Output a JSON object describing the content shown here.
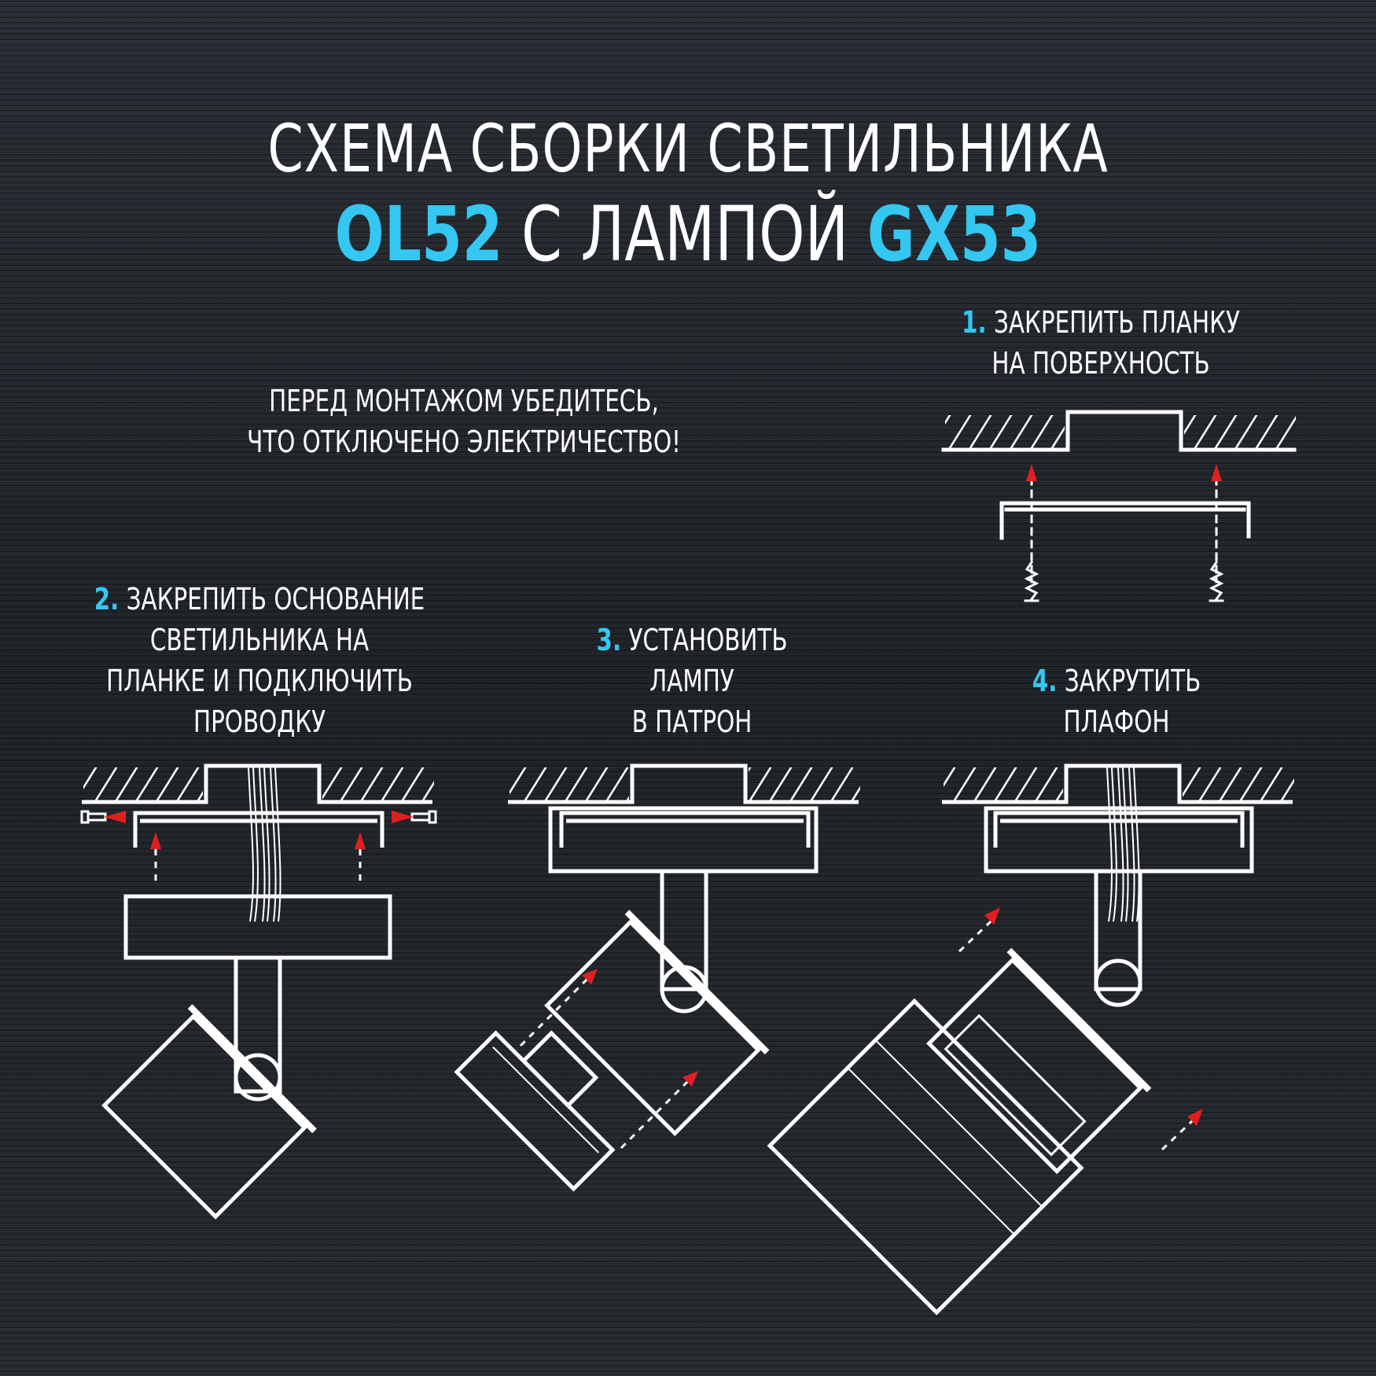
{
  "header": {
    "title_line1": "СХЕМА СБОРКИ СВЕТИЛЬНИКА",
    "model": "OL52",
    "middle": " С ЛАМПОЙ ",
    "lamp": "GX53"
  },
  "warning": {
    "line1": "ПЕРЕД МОНТАЖОМ  УБЕДИТЕСЬ,",
    "line2": "ЧТО ОТКЛЮЧЕНО ЭЛЕКТРИЧЕСТВО!"
  },
  "steps": [
    {
      "number": "1.",
      "lines": [
        "ЗАКРЕПИТЬ ПЛАНКУ",
        "НА ПОВЕРХНОСТЬ"
      ]
    },
    {
      "number": "2.",
      "lines": [
        "ЗАКРЕПИТЬ ОСНОВАНИЕ",
        "СВЕТИЛЬНИКА НА",
        "ПЛАНКЕ И ПОДКЛЮЧИТЬ",
        "ПРОВОДКУ"
      ]
    },
    {
      "number": "3.",
      "lines": [
        "УСТАНОВИТЬ",
        "ЛАМПУ",
        "В ПАТРОН"
      ]
    },
    {
      "number": "4.",
      "lines": [
        "ЗАКРУТИТЬ",
        "ПЛАФОН"
      ]
    }
  ],
  "colors": {
    "accent": "#33c7f2",
    "arrow": "#e02020",
    "line": "#ffffff",
    "background": "#23272d"
  },
  "icons": [
    "ceiling-hatch-icon",
    "mounting-bar-icon",
    "screw-icon",
    "red-arrow-icon",
    "wires-icon",
    "lamp-gx53-icon",
    "shade-icon"
  ]
}
